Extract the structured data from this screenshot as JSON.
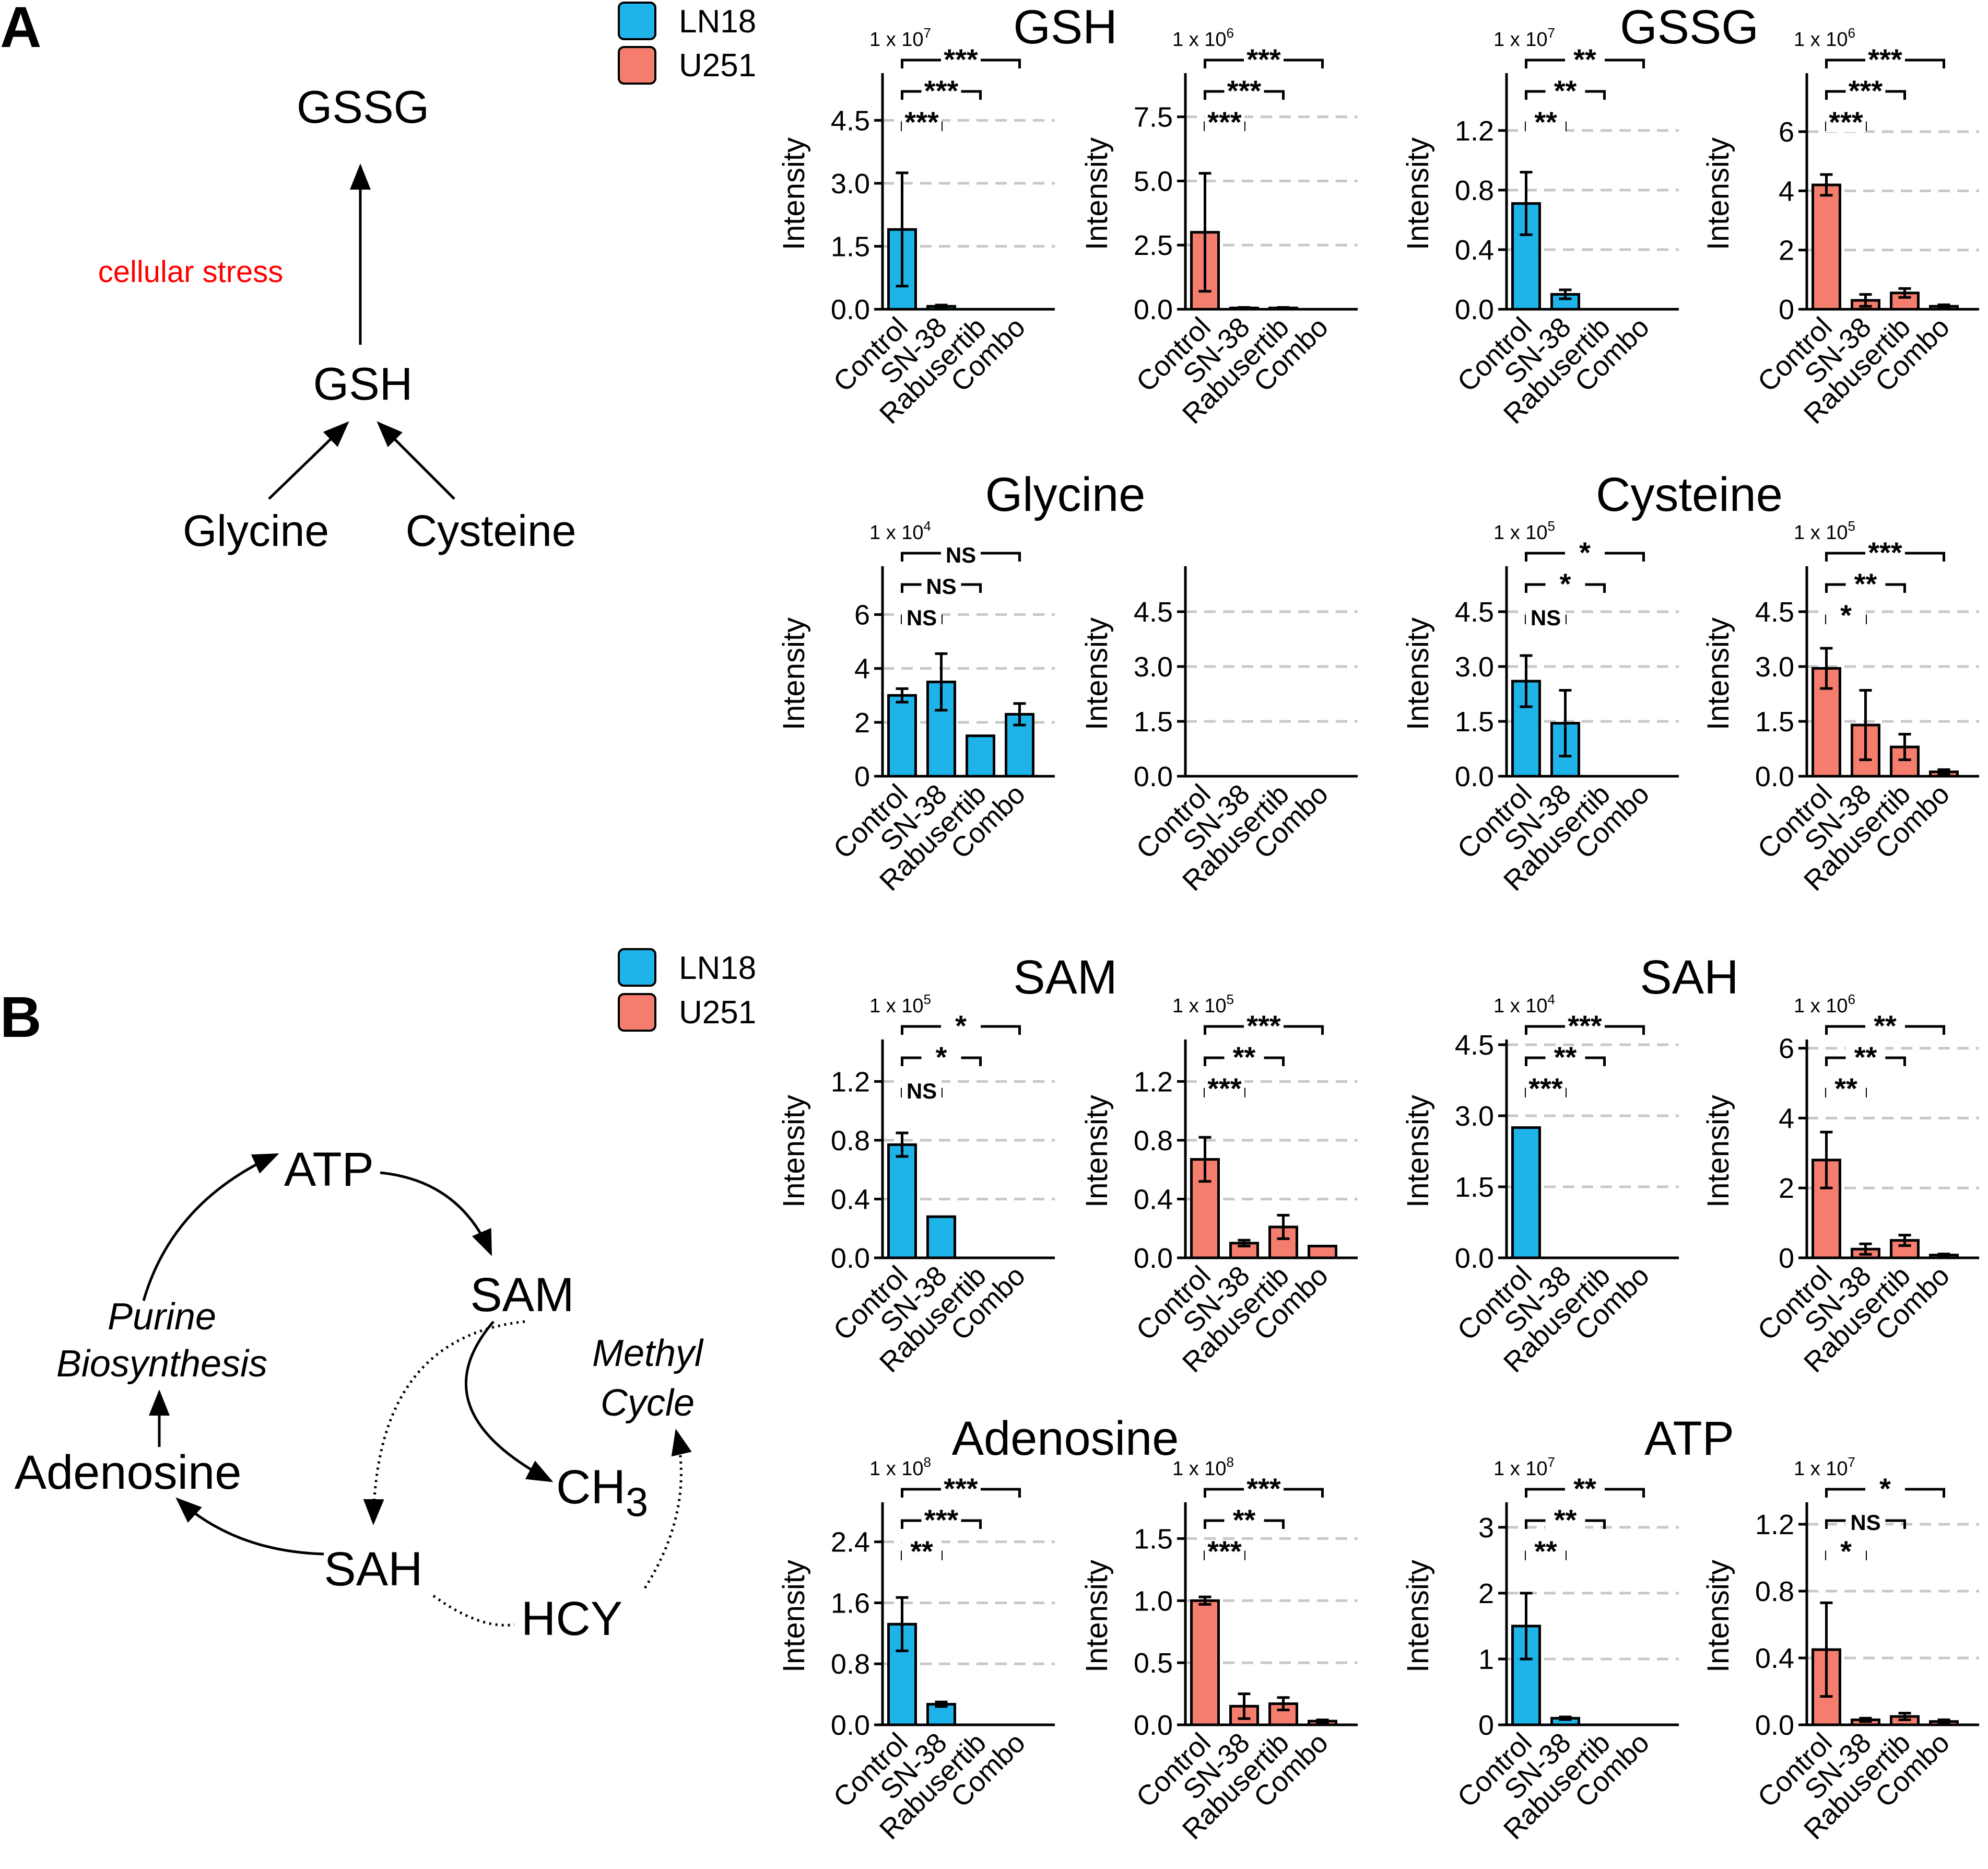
{
  "panel_labels": [
    "A",
    "B"
  ],
  "legend": {
    "entries": [
      {
        "label": "LN18",
        "color": "#1eb4ea"
      },
      {
        "label": "U251",
        "color": "#f47d6e"
      }
    ]
  },
  "colors": {
    "LN18": "#1eb4ea",
    "U251": "#f47d6e",
    "stress": "#ff0000"
  },
  "pathway_a": {
    "nodes": {
      "gssg": "GSSG",
      "gsh": "GSH",
      "glycine": "Glycine",
      "cysteine": "Cysteine"
    },
    "stress_label": "cellular stress"
  },
  "pathway_b": {
    "nodes": {
      "atp": "ATP",
      "sam": "SAM",
      "ch3_base": "CH",
      "ch3_sub": "3",
      "sah": "SAH",
      "hcy": "HCY",
      "adenosine": "Adenosine"
    },
    "labels": {
      "purine_1": "Purine",
      "purine_2": "Biosynthesis",
      "methyl_1": "Methyl",
      "methyl_2": "Cycle"
    }
  },
  "titles": [
    "GSH",
    "GSSG",
    "Glycine",
    "Cysteine",
    "SAM",
    "SAH",
    "Adenosine",
    "ATP"
  ],
  "ylabel": "Intensity",
  "categories": [
    "Control",
    "SN-38",
    "Rabusertib",
    "Combo"
  ],
  "chart_data": [
    {
      "type": "bar",
      "metabolite": "GSH",
      "series": [
        {
          "name": "LN18",
          "values": [
            1.9,
            0.07,
            0.0,
            0.0
          ],
          "errors": [
            1.35,
            0.03,
            0,
            0
          ]
        }
      ],
      "multiplier": "1 x 10",
      "exponent": "7",
      "yticks": [
        0.0,
        1.5,
        3.0,
        4.5
      ],
      "ylim": [
        0,
        5.5
      ],
      "ytick_labels": [
        "0.0",
        "1.5",
        "3.0",
        "4.5"
      ],
      "sig": [
        {
          "from": 0,
          "to": 1,
          "label": "***"
        },
        {
          "from": 0,
          "to": 2,
          "label": "***"
        },
        {
          "from": 0,
          "to": 3,
          "label": "***"
        }
      ]
    },
    {
      "type": "bar",
      "metabolite": "GSH",
      "series": [
        {
          "name": "U251",
          "values": [
            3.0,
            0.05,
            0.05,
            0.0
          ],
          "errors": [
            2.3,
            0.02,
            0.02,
            0
          ]
        }
      ],
      "multiplier": "1 x 10",
      "exponent": "6",
      "yticks": [
        0.0,
        2.5,
        5.0,
        7.5
      ],
      "ylim": [
        0,
        9.0
      ],
      "ytick_labels": [
        "0.0",
        "2.5",
        "5.0",
        "7.5"
      ],
      "sig": [
        {
          "from": 0,
          "to": 1,
          "label": "***"
        },
        {
          "from": 0,
          "to": 2,
          "label": "***"
        },
        {
          "from": 0,
          "to": 3,
          "label": "***"
        }
      ]
    },
    {
      "type": "bar",
      "metabolite": "GSSG",
      "series": [
        {
          "name": "LN18",
          "values": [
            0.71,
            0.1,
            0.0,
            0.0
          ],
          "errors": [
            0.21,
            0.03,
            0,
            0
          ]
        }
      ],
      "multiplier": "1 x 10",
      "exponent": "7",
      "yticks": [
        0.0,
        0.4,
        0.8,
        1.2
      ],
      "ylim": [
        0,
        1.55
      ],
      "ytick_labels": [
        "0.0",
        "0.4",
        "0.8",
        "1.2"
      ],
      "sig": [
        {
          "from": 0,
          "to": 1,
          "label": "**"
        },
        {
          "from": 0,
          "to": 2,
          "label": "**"
        },
        {
          "from": 0,
          "to": 3,
          "label": "**"
        }
      ]
    },
    {
      "type": "bar",
      "metabolite": "GSSG",
      "series": [
        {
          "name": "U251",
          "values": [
            4.2,
            0.3,
            0.55,
            0.1
          ],
          "errors": [
            0.35,
            0.2,
            0.15,
            0.05
          ]
        }
      ],
      "multiplier": "1 x 10",
      "exponent": "6",
      "yticks": [
        0,
        2,
        4,
        6
      ],
      "ylim": [
        0,
        7.8
      ],
      "ytick_labels": [
        "0",
        "2",
        "4",
        "6"
      ],
      "sig": [
        {
          "from": 0,
          "to": 1,
          "label": "***"
        },
        {
          "from": 0,
          "to": 2,
          "label": "***"
        },
        {
          "from": 0,
          "to": 3,
          "label": "***"
        }
      ]
    },
    {
      "type": "bar",
      "metabolite": "Glycine",
      "series": [
        {
          "name": "LN18",
          "values": [
            3.0,
            3.5,
            1.5,
            2.3
          ],
          "errors": [
            0.25,
            1.05,
            0,
            0.4
          ]
        }
      ],
      "multiplier": "1 x 10",
      "exponent": "4",
      "yticks": [
        0,
        2,
        4,
        6
      ],
      "ylim": [
        0,
        7.6
      ],
      "ytick_labels": [
        "0",
        "2",
        "4",
        "6"
      ],
      "sig": [
        {
          "from": 0,
          "to": 1,
          "label": "NS"
        },
        {
          "from": 0,
          "to": 2,
          "label": "NS"
        },
        {
          "from": 0,
          "to": 3,
          "label": "NS"
        }
      ]
    },
    {
      "type": "bar",
      "metabolite": "Glycine",
      "series": [
        {
          "name": "U251",
          "values": [
            0,
            0,
            0,
            0
          ],
          "errors": [
            0,
            0,
            0,
            0
          ]
        }
      ],
      "multiplier": "",
      "exponent": "",
      "yticks": [
        0.0,
        1.5,
        3.0,
        4.5
      ],
      "ylim": [
        0,
        5.6
      ],
      "ytick_labels": [
        "0.0",
        "1.5",
        "3.0",
        "4.5"
      ],
      "sig": []
    },
    {
      "type": "bar",
      "metabolite": "Cysteine",
      "series": [
        {
          "name": "LN18",
          "values": [
            2.6,
            1.45,
            0.0,
            0.0
          ],
          "errors": [
            0.7,
            0.9,
            0,
            0
          ]
        }
      ],
      "multiplier": "1 x 10",
      "exponent": "5",
      "yticks": [
        0.0,
        1.5,
        3.0,
        4.5
      ],
      "ylim": [
        0,
        5.6
      ],
      "ytick_labels": [
        "0.0",
        "1.5",
        "3.0",
        "4.5"
      ],
      "sig": [
        {
          "from": 0,
          "to": 1,
          "label": "NS"
        },
        {
          "from": 0,
          "to": 2,
          "label": "*"
        },
        {
          "from": 0,
          "to": 3,
          "label": "*"
        }
      ]
    },
    {
      "type": "bar",
      "metabolite": "Cysteine",
      "series": [
        {
          "name": "U251",
          "values": [
            2.95,
            1.4,
            0.8,
            0.12
          ],
          "errors": [
            0.55,
            0.95,
            0.35,
            0.06
          ]
        }
      ],
      "multiplier": "1 x 10",
      "exponent": "5",
      "yticks": [
        0.0,
        1.5,
        3.0,
        4.5
      ],
      "ylim": [
        0,
        5.6
      ],
      "ytick_labels": [
        "0.0",
        "1.5",
        "3.0",
        "4.5"
      ],
      "sig": [
        {
          "from": 0,
          "to": 1,
          "label": "*"
        },
        {
          "from": 0,
          "to": 2,
          "label": "**"
        },
        {
          "from": 0,
          "to": 3,
          "label": "***"
        }
      ]
    },
    {
      "type": "bar",
      "metabolite": "SAM",
      "series": [
        {
          "name": "LN18",
          "values": [
            0.77,
            0.28,
            0.0,
            0.0
          ],
          "errors": [
            0.08,
            0,
            0,
            0
          ]
        }
      ],
      "multiplier": "1 x 10",
      "exponent": "5",
      "yticks": [
        0.0,
        0.4,
        0.8,
        1.2
      ],
      "ylim": [
        0,
        1.45
      ],
      "ytick_labels": [
        "0.0",
        "0.4",
        "0.8",
        "1.2"
      ],
      "sig": [
        {
          "from": 0,
          "to": 1,
          "label": "NS"
        },
        {
          "from": 0,
          "to": 2,
          "label": "*"
        },
        {
          "from": 0,
          "to": 3,
          "label": "*"
        }
      ]
    },
    {
      "type": "bar",
      "metabolite": "SAM",
      "series": [
        {
          "name": "U251",
          "values": [
            0.67,
            0.1,
            0.21,
            0.08
          ],
          "errors": [
            0.15,
            0.02,
            0.08,
            0
          ]
        }
      ],
      "multiplier": "1 x 10",
      "exponent": "5",
      "yticks": [
        0.0,
        0.4,
        0.8,
        1.2
      ],
      "ylim": [
        0,
        1.45
      ],
      "ytick_labels": [
        "0.0",
        "0.4",
        "0.8",
        "1.2"
      ],
      "sig": [
        {
          "from": 0,
          "to": 1,
          "label": "***"
        },
        {
          "from": 0,
          "to": 2,
          "label": "**"
        },
        {
          "from": 0,
          "to": 3,
          "label": "***"
        }
      ]
    },
    {
      "type": "bar",
      "metabolite": "SAH",
      "series": [
        {
          "name": "LN18",
          "values": [
            2.75,
            0.0,
            0.0,
            0.0
          ],
          "errors": [
            0,
            0,
            0,
            0
          ]
        }
      ],
      "multiplier": "1 x 10",
      "exponent": "4",
      "yticks": [
        0.0,
        1.5,
        3.0,
        4.5
      ],
      "ylim": [
        0,
        4.5
      ],
      "ytick_labels": [
        "0.0",
        "1.5",
        "3.0",
        "4.5"
      ],
      "sig": [
        {
          "from": 0,
          "to": 1,
          "label": "***"
        },
        {
          "from": 0,
          "to": 2,
          "label": "**"
        },
        {
          "from": 0,
          "to": 3,
          "label": "***"
        }
      ]
    },
    {
      "type": "bar",
      "metabolite": "SAH",
      "series": [
        {
          "name": "U251",
          "values": [
            2.8,
            0.25,
            0.5,
            0.08
          ],
          "errors": [
            0.8,
            0.15,
            0.15,
            0.03
          ]
        }
      ],
      "multiplier": "1 x 10",
      "exponent": "6",
      "yticks": [
        0,
        2,
        4,
        6
      ],
      "ylim": [
        0,
        6.1
      ],
      "ytick_labels": [
        "0",
        "2",
        "4",
        "6"
      ],
      "sig": [
        {
          "from": 0,
          "to": 1,
          "label": "**"
        },
        {
          "from": 0,
          "to": 2,
          "label": "**"
        },
        {
          "from": 0,
          "to": 3,
          "label": "**"
        }
      ]
    },
    {
      "type": "bar",
      "metabolite": "Adenosine",
      "series": [
        {
          "name": "LN18",
          "values": [
            1.32,
            0.27,
            0.0,
            0.0
          ],
          "errors": [
            0.35,
            0.03,
            0,
            0
          ]
        }
      ],
      "multiplier": "1 x 10",
      "exponent": "8",
      "yticks": [
        0.0,
        0.8,
        1.6,
        2.4
      ],
      "ylim": [
        0,
        2.85
      ],
      "ytick_labels": [
        "0.0",
        "0.8",
        "1.6",
        "2.4"
      ],
      "sig": [
        {
          "from": 0,
          "to": 1,
          "label": "**"
        },
        {
          "from": 0,
          "to": 2,
          "label": "***"
        },
        {
          "from": 0,
          "to": 3,
          "label": "***"
        }
      ]
    },
    {
      "type": "bar",
      "metabolite": "Adenosine",
      "series": [
        {
          "name": "U251",
          "values": [
            1.0,
            0.15,
            0.17,
            0.03
          ],
          "errors": [
            0.03,
            0.1,
            0.05,
            0.01
          ]
        }
      ],
      "multiplier": "1 x 10",
      "exponent": "8",
      "yticks": [
        0.0,
        0.5,
        1.0,
        1.5
      ],
      "ylim": [
        0,
        1.75
      ],
      "ytick_labels": [
        "0.0",
        "0.5",
        "1.0",
        "1.5"
      ],
      "sig": [
        {
          "from": 0,
          "to": 1,
          "label": "***"
        },
        {
          "from": 0,
          "to": 2,
          "label": "**"
        },
        {
          "from": 0,
          "to": 3,
          "label": "***"
        }
      ]
    },
    {
      "type": "bar",
      "metabolite": "ATP",
      "series": [
        {
          "name": "LN18",
          "values": [
            1.5,
            0.1,
            0.0,
            0.0
          ],
          "errors": [
            0.5,
            0.02,
            0,
            0
          ]
        }
      ],
      "multiplier": "1 x 10",
      "exponent": "7",
      "yticks": [
        0,
        1,
        2,
        3
      ],
      "ylim": [
        0,
        3.3
      ],
      "ytick_labels": [
        "0",
        "1",
        "2",
        "3"
      ],
      "sig": [
        {
          "from": 0,
          "to": 1,
          "label": "**"
        },
        {
          "from": 0,
          "to": 2,
          "label": "**"
        },
        {
          "from": 0,
          "to": 3,
          "label": "**"
        }
      ]
    },
    {
      "type": "bar",
      "metabolite": "ATP",
      "series": [
        {
          "name": "U251",
          "values": [
            0.45,
            0.03,
            0.05,
            0.02
          ],
          "errors": [
            0.28,
            0.01,
            0.02,
            0.01
          ]
        }
      ],
      "multiplier": "1 x 10",
      "exponent": "7",
      "yticks": [
        0.0,
        0.4,
        0.8,
        1.2
      ],
      "ylim": [
        0,
        1.3
      ],
      "ytick_labels": [
        "0.0",
        "0.4",
        "0.8",
        "1.2"
      ],
      "sig": [
        {
          "from": 0,
          "to": 1,
          "label": "*"
        },
        {
          "from": 0,
          "to": 2,
          "label": "NS"
        },
        {
          "from": 0,
          "to": 3,
          "label": "*"
        }
      ]
    }
  ]
}
